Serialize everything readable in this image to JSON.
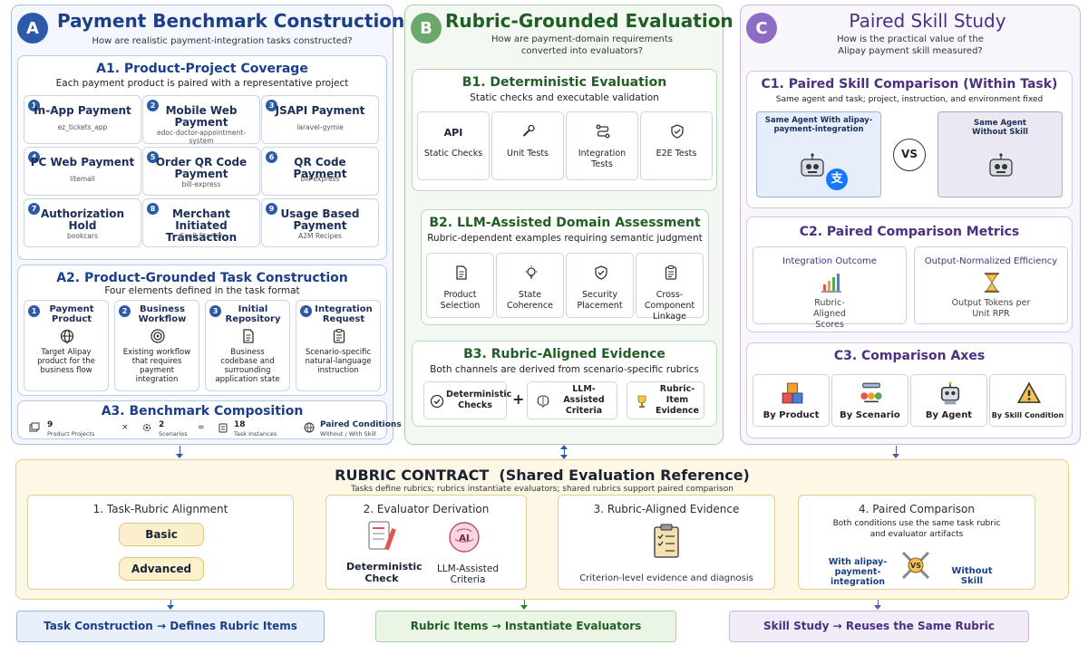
{
  "colors": {
    "panel_a": "#2d5aa8",
    "panel_b": "#2e7d32",
    "panel_c": "#6b4fa0",
    "contract": "#e6cf8f"
  },
  "panel_a": {
    "badge": "A",
    "title": "Payment Benchmark Construction",
    "subtitle": "How are realistic payment-integration tasks constructed?",
    "a1": {
      "title": "A1. Product-Project Coverage",
      "subtitle": "Each payment product is paired with a representative project",
      "cards": [
        {
          "n": "1",
          "title": "In-App Payment",
          "project": "ez_tickets_app"
        },
        {
          "n": "2",
          "title": "Mobile Web Payment",
          "project": "edoc-doctor-appointment-system"
        },
        {
          "n": "3",
          "title": "JSAPI Payment",
          "project": "laravel-gymie"
        },
        {
          "n": "4",
          "title": "PC Web Payment",
          "project": "litemall"
        },
        {
          "n": "5",
          "title": "Order QR Code Payment",
          "project": "bill-express"
        },
        {
          "n": "6",
          "title": "QR Code Payment",
          "project": "bill-express"
        },
        {
          "n": "7",
          "title": "Authorization Hold",
          "project": "bookcars"
        },
        {
          "n": "8",
          "title": "Merchant Initiated Transaction",
          "project": "SaaS Starter"
        },
        {
          "n": "9",
          "title": "Usage Based Payment",
          "project": "A2M Recipes"
        }
      ]
    },
    "a2": {
      "title": "A2. Product-Grounded Task Construction",
      "subtitle": "Four elements defined in the task format",
      "elements": [
        {
          "n": "1",
          "title": "Payment Product",
          "icon": "globe-icon",
          "desc": "Target Alipay product for the business flow"
        },
        {
          "n": "2",
          "title": "Business Workflow",
          "icon": "target-icon",
          "desc": "Existing workflow that requires payment integration"
        },
        {
          "n": "3",
          "title": "Initial Repository",
          "icon": "document-icon",
          "desc": "Business codebase and surrounding application state"
        },
        {
          "n": "4",
          "title": "Integration Request",
          "icon": "clipboard-icon",
          "desc": "Scenario-specific natural-language instruction"
        }
      ]
    },
    "a3": {
      "title": "A3. Benchmark Composition",
      "products_num": "9",
      "products_label": "Product Projects",
      "times": "×",
      "scenarios_num": "2",
      "scenarios_label": "Scenarios",
      "equals": "=",
      "instances_num": "18",
      "instances_label": "Task Instances",
      "paired_title": "Paired Conditions",
      "paired_sub": "Without / With Skill"
    }
  },
  "panel_b": {
    "badge": "B",
    "title": "Rubric-Grounded Evaluation",
    "subtitle": "How are payment-domain requirements converted into evaluators?",
    "b1": {
      "title": "B1. Deterministic Evaluation",
      "subtitle": "Static checks and executable validation",
      "tiles": [
        {
          "icon_text": "API",
          "label": "Static Checks",
          "icon": "api-icon"
        },
        {
          "label": "Unit Tests",
          "icon": "wrench-icon"
        },
        {
          "label": "Integration Tests",
          "icon": "flow-icon"
        },
        {
          "label": "E2E Tests",
          "icon": "shield-check-icon"
        }
      ]
    },
    "b2": {
      "title": "B2. LLM-Assisted Domain Assessment",
      "subtitle": "Rubric-dependent examples requiring semantic judgment",
      "tiles": [
        {
          "label": "Product Selection",
          "icon": "document-icon"
        },
        {
          "label": "State Coherence",
          "icon": "lightbulb-icon"
        },
        {
          "label": "Security Placement",
          "icon": "shield-check-icon"
        },
        {
          "label": "Cross-Component Linkage",
          "icon": "clipboard-icon"
        }
      ]
    },
    "b3": {
      "title": "B3. Rubric-Aligned Evidence",
      "subtitle": "Both channels are derived from scenario-specific rubrics",
      "det": "Deterministic Checks",
      "plus": "+",
      "llm": "LLM-Assisted Criteria",
      "arrow": "⟶",
      "evidence": "Rubric-Item Evidence"
    }
  },
  "panel_c": {
    "badge": "C",
    "title": "Paired Skill Study",
    "subtitle": "How is the practical value of the Alipay payment skill measured?",
    "c1": {
      "title": "C1. Paired Skill Comparison (Within Task)",
      "subtitle": "Same agent and task; project, instruction, and environment fixed",
      "with_label": "Same Agent With alipay-payment-integration",
      "vs": "VS",
      "without_label": "Same Agent Without Skill",
      "alipay_glyph": "支"
    },
    "c2": {
      "title": "C2. Paired Comparison Metrics",
      "m1_title": "Integration Outcome",
      "m1_desc": "Rubric-Aligned Scores",
      "m2_title": "Output-Normalized Efficiency",
      "m2_desc": "Output Tokens per Unit RPR"
    },
    "c3": {
      "title": "C3. Comparison Axes",
      "axes": [
        {
          "label": "By Product",
          "icon": "cubes-icon"
        },
        {
          "label": "By Scenario",
          "icon": "scenario-icon"
        },
        {
          "label": "By Agent",
          "icon": "robot-icon"
        },
        {
          "label": "By Skill Condition",
          "icon": "warning-icon"
        }
      ]
    }
  },
  "contract": {
    "title": "RUBRIC CONTRACT  (Shared Evaluation Reference)",
    "subtitle": "Tasks define rubrics; rubrics instantiate evaluators; shared rubrics support paired comparison",
    "s1": {
      "title": "1. Task-Rubric Alignment",
      "basic": "Basic",
      "advanced": "Advanced"
    },
    "s2": {
      "title": "2. Evaluator Derivation",
      "det": "Deterministic Check",
      "llm": "LLM-Assisted Criteria",
      "ai_glyph": "AI"
    },
    "s3": {
      "title": "3. Rubric-Aligned Evidence",
      "desc": "Criterion-level evidence and diagnosis"
    },
    "s4": {
      "title": "4. Paired Comparison",
      "desc": "Both conditions use the same task rubric and evaluator artifacts",
      "with": "With alipay-payment-integration",
      "without": "Without Skill",
      "vs": "VS"
    }
  },
  "bottom": {
    "left": "Task Construction → Defines Rubric Items",
    "middle": "Rubric Items → Instantiate Evaluators",
    "right": "Skill Study → Reuses the Same Rubric"
  }
}
